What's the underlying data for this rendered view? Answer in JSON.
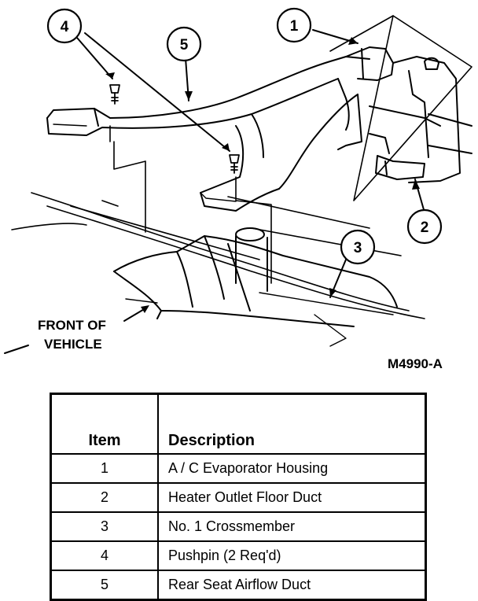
{
  "figure": {
    "code": "M4990-A",
    "front_label_line1": "FRONT OF",
    "front_label_line2": "VEHICLE",
    "callouts": [
      "1",
      "2",
      "3",
      "4",
      "5"
    ]
  },
  "table": {
    "headers": {
      "item": "Item",
      "description": "Description"
    },
    "rows": [
      {
        "item": "1",
        "description": "A / C Evaporator Housing"
      },
      {
        "item": "2",
        "description": "Heater Outlet Floor Duct"
      },
      {
        "item": "3",
        "description": "No. 1 Crossmember"
      },
      {
        "item": "4",
        "description": "Pushpin (2 Req'd)"
      },
      {
        "item": "5",
        "description": "Rear Seat Airflow Duct"
      }
    ]
  }
}
